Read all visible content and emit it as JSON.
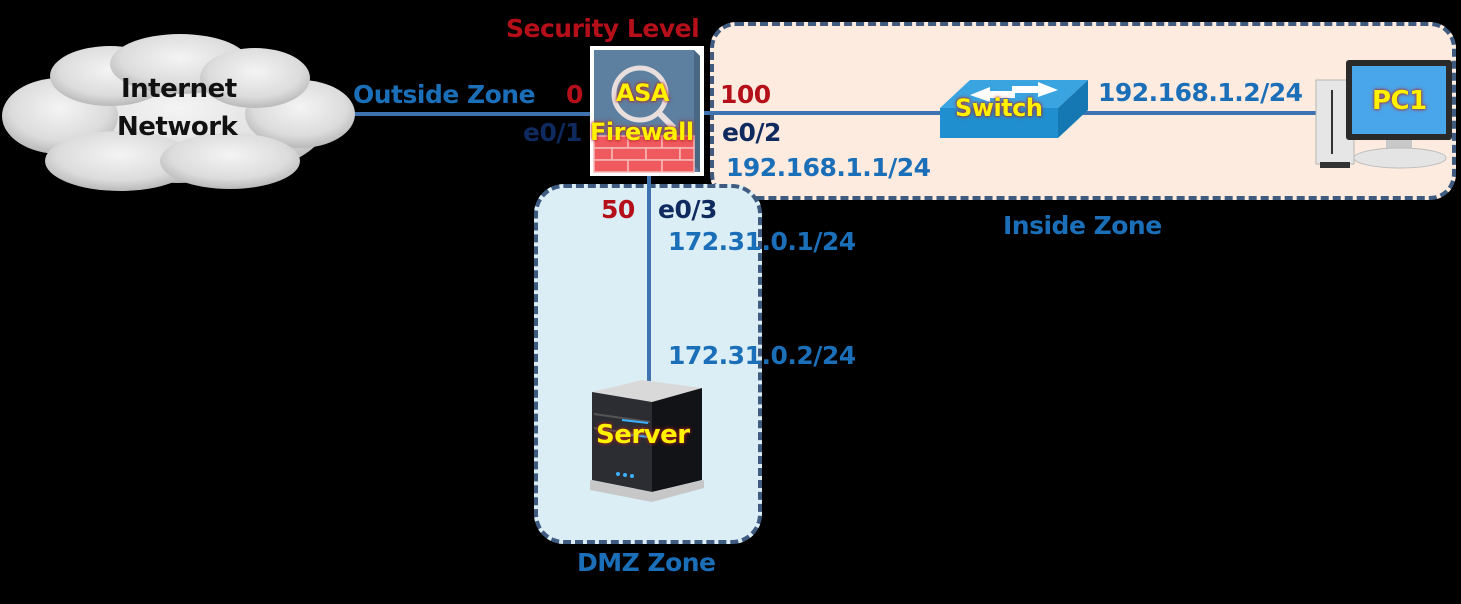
{
  "diagram": {
    "title": "Security Level",
    "devices": {
      "internet": {
        "label_line1": "Internet",
        "label_line2": "Network"
      },
      "firewall": {
        "label_line1": "ASA",
        "label_line2": "Firewall"
      },
      "switch": {
        "label": "Switch"
      },
      "pc": {
        "label": "PC1"
      },
      "server": {
        "label": "Server"
      }
    },
    "zones": {
      "outside": {
        "label": "Outside Zone",
        "security_level": "0",
        "interface": "e0/1"
      },
      "inside": {
        "label": "Inside Zone",
        "security_level": "100",
        "interface": "e0/2",
        "firewall_ip": "192.168.1.1/24",
        "pc_ip": "192.168.1.2/24"
      },
      "dmz": {
        "label": "DMZ Zone",
        "security_level": "50",
        "interface": "e0/3",
        "firewall_ip": "172.31.0.1/24",
        "server_ip": "172.31.0.2/24"
      }
    },
    "colors": {
      "zone_label_blue": "#1a6fb8",
      "interface_navy": "#0f2a5e",
      "security_red": "#b50f1a",
      "device_label_yellow": "#fff200",
      "inside_zone_fill": "#fdebdf",
      "dmz_zone_fill": "#dbeef6",
      "zone_border": "#3f5b80",
      "link_line": "#3f72b0"
    }
  }
}
